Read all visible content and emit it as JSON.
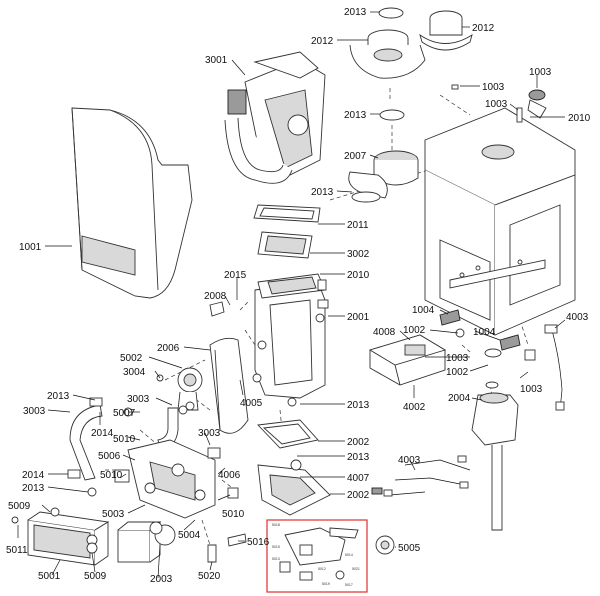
{
  "labels": {
    "l2013a": "2013",
    "l2012a": "2012",
    "l2012b": "2012",
    "l3001": "3001",
    "l1003a": "1003",
    "l1003b": "1003",
    "l1003c": "1003",
    "l2010a": "2010",
    "l2013b": "2013",
    "l2007": "2007",
    "l2013c": "2013",
    "l2011": "2011",
    "l3002": "3002",
    "l1001": "1001",
    "l2015": "2015",
    "l2010b": "2010",
    "l2008": "2008",
    "l2001": "2001",
    "l1004a": "1004",
    "l4003a": "4003",
    "l1002a": "1002",
    "l1004b": "1004",
    "l4008": "4008",
    "l1003d": "1003",
    "l1002b": "1002",
    "l1003e": "1003",
    "l2006": "2006",
    "l5002": "5002",
    "l3004": "3004",
    "l4002": "4002",
    "l2004": "2004",
    "l2013d": "2013",
    "l4005": "4005",
    "l3003a": "3003",
    "l2013e": "2013",
    "l3003b": "3003",
    "l5007": "5007",
    "l2014a": "2014",
    "l5010a": "5010",
    "l2002a": "2002",
    "l2013f": "2013",
    "l5006": "5006",
    "l3003c": "3003",
    "l4006": "4006",
    "l4003b": "4003",
    "l4007": "4007",
    "l2014b": "2014",
    "l2013g": "2013",
    "l5010b": "5010",
    "l2002b": "2002",
    "l5003": "5003",
    "l5010c": "5010",
    "l5009a": "5009",
    "l5004": "5004",
    "l5011": "5011",
    "l5016": "5016",
    "l5005": "5005",
    "l5001": "5001",
    "l5009b": "5009",
    "l2003": "2003",
    "l5020": "5020"
  },
  "inset_labels": [
    "5018",
    "5015",
    "5013",
    "5012",
    "5014",
    "5019",
    "5017",
    "5021"
  ],
  "colors": {
    "inset_border": "#e0302c",
    "line": "#333333",
    "shade": "#d9d9d9"
  }
}
